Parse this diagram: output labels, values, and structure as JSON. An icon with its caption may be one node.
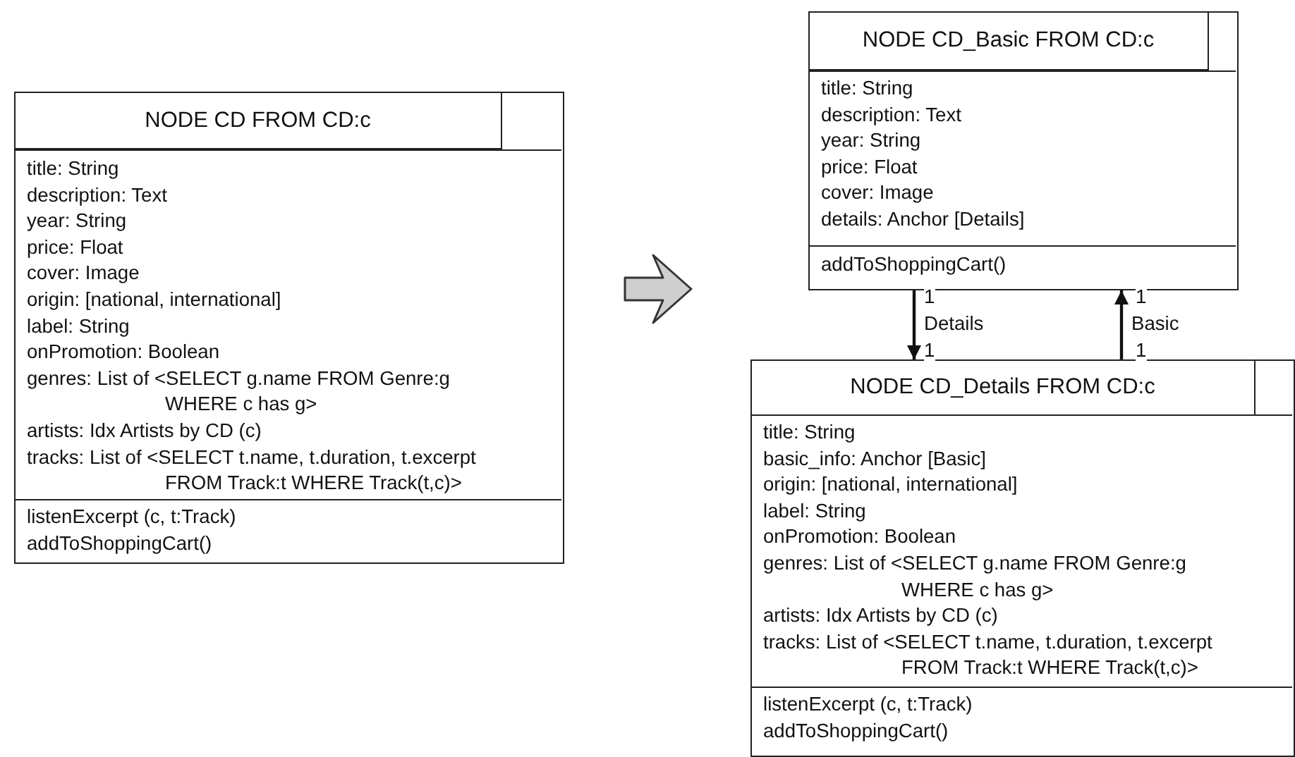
{
  "diagram": {
    "nodes": [
      {
        "text": [
          "NODE CD FROM CD:c"
        ]
      },
      {
        "text": [
          "title: String",
          "description: Text",
          "year: String",
          "price: Float",
          "cover: Image",
          "origin: [national, international]",
          "label: String",
          "onPromotion: Boolean",
          "genres: List of <SELECT g.name FROM Genre:g WHERE c has g>",
          "artists: Idx Artists by CD (c)",
          "tracks: List of <SELECT t.name, t.duration, t.excerpt FROM Track:t WHERE Track(t,c)>"
        ],
        "in": 0
      },
      {
        "text": [
          "listenExcerpt (c, t:Track)",
          "addToShoppingCart()"
        ],
        "in": 0
      },
      {
        "text": [
          "NODE CD_Basic FROM CD:c"
        ]
      },
      {
        "text": [
          "title: String",
          "description: Text",
          "year: String",
          "price: Float",
          "cover: Image",
          "details: Anchor [Details]"
        ],
        "in": 3
      },
      {
        "text": [
          "addToShoppingCart()"
        ],
        "in": 3
      },
      {
        "text": [
          "NODE CD_Details FROM CD:c"
        ]
      },
      {
        "text": [
          "title: String",
          "basic_info: Anchor [Basic]",
          "origin: [national, international]",
          "label: String",
          "onPromotion: Boolean",
          "genres: List of <SELECT g.name FROM Genre:g WHERE c has g>",
          "artists: Idx Artists by CD (c)",
          "tracks: List of <SELECT t.name, t.duration, t.excerpt FROM Track:t WHERE Track(t,c)>"
        ],
        "in": 6
      },
      {
        "text": [
          "listenExcerpt (c, t:Track)",
          "addToShoppingCart()"
        ],
        "in": 6
      }
    ],
    "edges": [
      {
        "from": 3,
        "to": 6,
        "arrow": "to",
        "label": "Details"
      },
      {
        "from": 6,
        "to": 3,
        "arrow": "to",
        "label": "Basic"
      }
    ],
    "labels": [
      "1",
      "1",
      "1",
      "1"
    ]
  }
}
